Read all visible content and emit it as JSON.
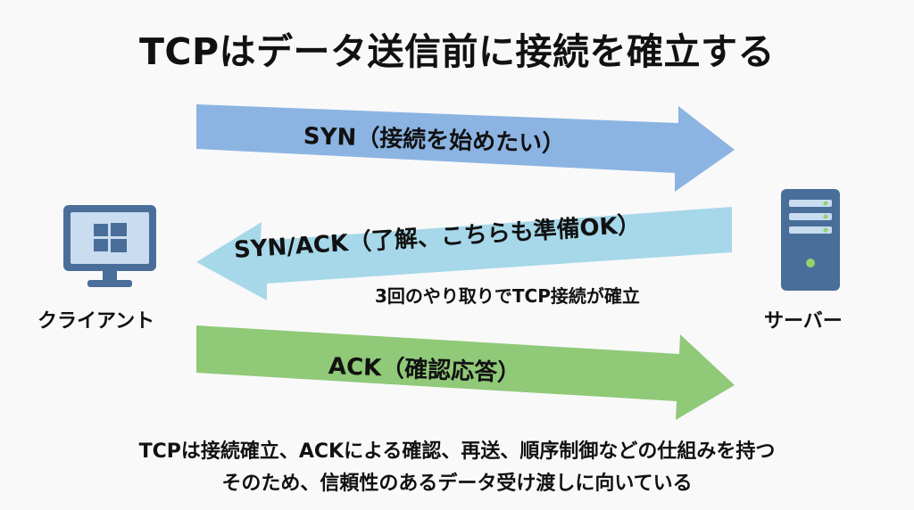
{
  "title": "TCPはデータ送信前に接続を確立する",
  "arrows": {
    "syn": {
      "label": "SYN（接続を始めたい）",
      "color": "#8cb4e2",
      "direction": "client-to-server"
    },
    "synack": {
      "label": "SYN/ACK（了解、こちらも準備OK）",
      "color": "#a6d8ea",
      "direction": "server-to-client"
    },
    "ack": {
      "label": "ACK（確認応答）",
      "color": "#90c978",
      "direction": "client-to-server"
    }
  },
  "note": "3回のやり取りでTCP接続が確立",
  "nodes": {
    "client": {
      "label": "クライアント",
      "icon": "monitor-windows-icon"
    },
    "server": {
      "label": "サーバー",
      "icon": "server-tower-icon"
    }
  },
  "footer": {
    "line1": "TCPは接続確立、ACKによる確認、再送、順序制御などの仕組みを持つ",
    "line2": "そのため、信頼性のあるデータ受け渡しに向いている"
  },
  "colors": {
    "icon_primary": "#4a6e9a",
    "screen_fill": "#c9dcf0",
    "server_light": "#8fd46a",
    "text": "#111111",
    "background": "#f9f9f9"
  }
}
